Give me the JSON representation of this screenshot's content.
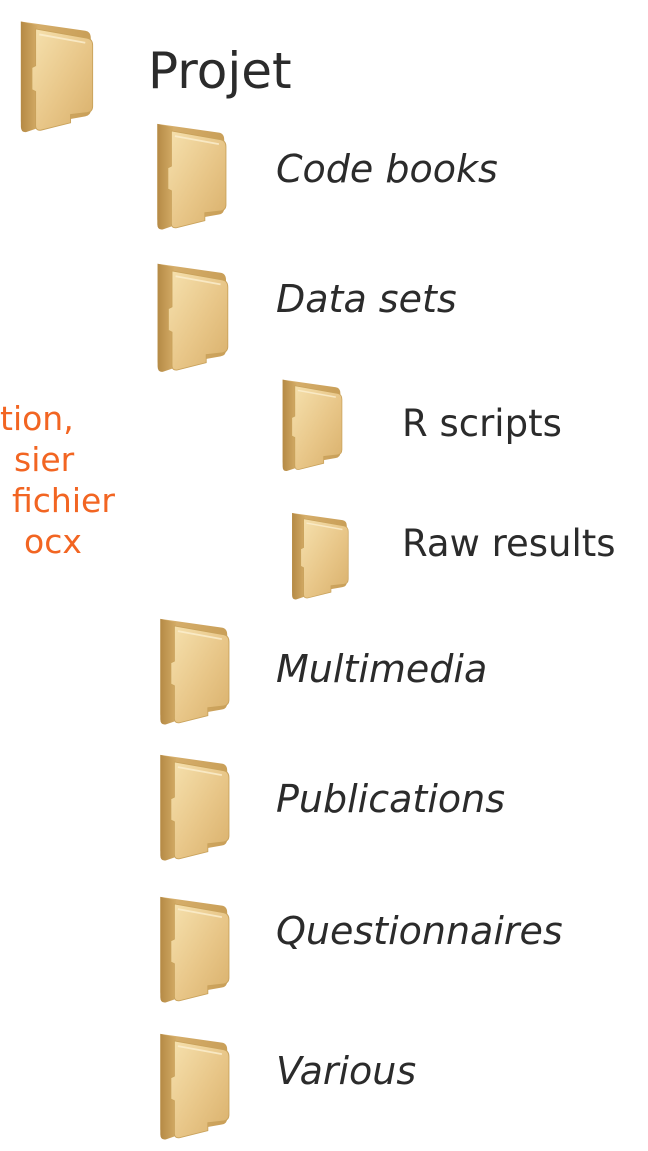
{
  "tree": {
    "root": {
      "label": "Projet",
      "icon": "folder-icon"
    },
    "children": [
      {
        "label": "Code books",
        "icon": "folder-icon"
      },
      {
        "label": "Data sets",
        "icon": "folder-icon"
      },
      {
        "label": "R scripts",
        "icon": "folder-icon"
      },
      {
        "label": "Raw results",
        "icon": "folder-icon"
      },
      {
        "label": "Multimedia",
        "icon": "folder-icon"
      },
      {
        "label": "Publications",
        "icon": "folder-icon"
      },
      {
        "label": "Questionnaires",
        "icon": "folder-icon"
      },
      {
        "label": "Various",
        "icon": "folder-icon"
      }
    ]
  },
  "note": {
    "lines": [
      "tion,",
      "sier",
      "fichier",
      "ocx"
    ],
    "color": "#f26522"
  },
  "colors": {
    "folder_body": "#e9c98a",
    "folder_edge": "#c9a25b",
    "text": "#2b2b2b"
  }
}
